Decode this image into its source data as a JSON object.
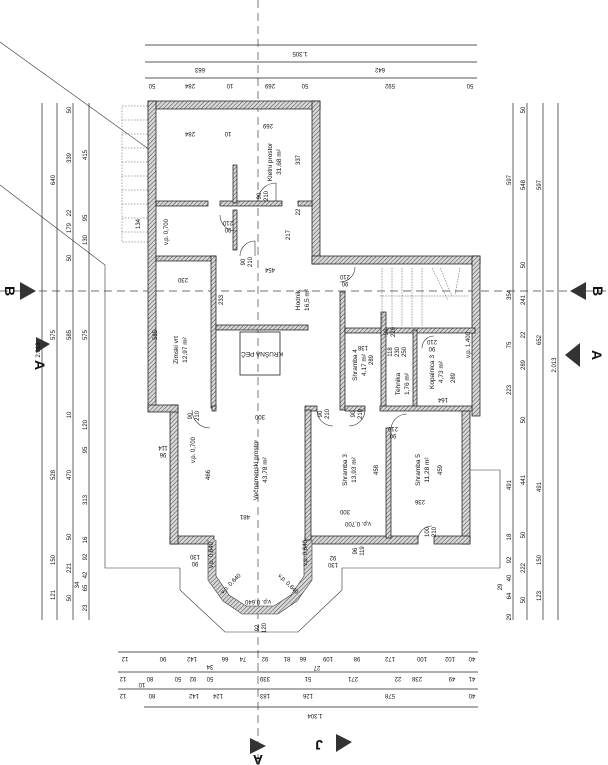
{
  "colors": {
    "wall": "#9a9a9a",
    "line": "#222222",
    "marker": "#333333",
    "background": "#ffffff"
  },
  "rooms": [
    {
      "name": "Kletni prostor",
      "area": "31,68 m²"
    },
    {
      "name": "Hodnik",
      "area": "16,5 m²"
    },
    {
      "name": "Zimski vrt",
      "area": "12,97 m²"
    },
    {
      "name": "KRUŠNA PEČ",
      "area": ""
    },
    {
      "name": "Shramba 4",
      "area": "4,17 m²"
    },
    {
      "name": "Tehnika",
      "area": "1,76 m²"
    },
    {
      "name": "Kopalnica 3",
      "area": "4,73 m²"
    },
    {
      "name": "Večnamenski prostor",
      "area": "43,78 m²"
    },
    {
      "name": "Shramba 3",
      "area": "13,93 m²"
    },
    {
      "name": "Shramba 5",
      "area": "11,28 m²"
    }
  ],
  "dims": {
    "top": [
      [
        "1.305"
      ],
      [
        "663",
        "642"
      ],
      [
        "50",
        "284",
        "10",
        "269",
        "50",
        "592",
        "50"
      ]
    ],
    "bottom": [
      [
        "12",
        "90",
        "142",
        "66",
        "74",
        "92",
        "81",
        "66",
        "109",
        "98",
        "172",
        "100",
        "102",
        "40",
        "34",
        "27"
      ],
      [
        "12",
        "80",
        "50",
        "92",
        "50",
        "339",
        "51",
        "271",
        "22",
        "238",
        "49",
        "41"
      ],
      [
        "12",
        "10",
        "80",
        "142",
        "124",
        "183",
        "126",
        "578",
        "40"
      ],
      [
        "1.304"
      ]
    ],
    "left": [
      [
        "2.013"
      ],
      [
        "640",
        "575",
        "528",
        "150",
        "121"
      ],
      [
        "50",
        "339",
        "22",
        "179",
        "50",
        "585",
        "10",
        "470",
        "50",
        "221",
        "34",
        "50"
      ],
      [
        "415",
        "95",
        "130",
        "575",
        "120",
        "95",
        "313",
        "16",
        "92",
        "42",
        "65",
        "23"
      ]
    ],
    "right": [
      [
        "597",
        "354",
        "75",
        "223",
        "491",
        "18",
        "92",
        "40",
        "64",
        "29",
        "29"
      ],
      [
        "50",
        "548",
        "50",
        "241",
        "22",
        "289",
        "50",
        "441",
        "50",
        "222",
        "50"
      ],
      [
        "597",
        "652",
        "491",
        "150",
        "123"
      ],
      [
        "2.013"
      ]
    ]
  },
  "interior_dims": [
    "284",
    "10",
    "269",
    "337",
    "90",
    "210",
    "22",
    "217",
    "210",
    "90",
    "90",
    "210",
    "454",
    "230",
    "233",
    "585",
    "210",
    "90",
    "138",
    "90",
    "210",
    "118",
    "230",
    "250",
    "210",
    "90",
    "289",
    "289",
    "164",
    "90",
    "210",
    "300",
    "90",
    "210",
    "90",
    "210",
    "210",
    "90",
    "114",
    "96",
    "466",
    "458",
    "459",
    "481",
    "300",
    "236",
    "100",
    "210",
    "130",
    "90",
    "92",
    "130",
    "96",
    "119",
    "92",
    "120",
    "134"
  ],
  "windows": [
    "v.p. 0,700",
    "v.p. 0,700",
    "v.p. 0,700",
    "v.p. 1,400",
    "v.p. 0,640",
    "v.p. 0,640",
    "v.p. 0,640",
    "v.p. 0,640",
    "v.p. 0,640"
  ],
  "section_markers": {
    "left_b": "B",
    "right_b": "B",
    "left_a": "A",
    "right_a": "A",
    "bottom_a": "A",
    "bottom_j": "J"
  }
}
